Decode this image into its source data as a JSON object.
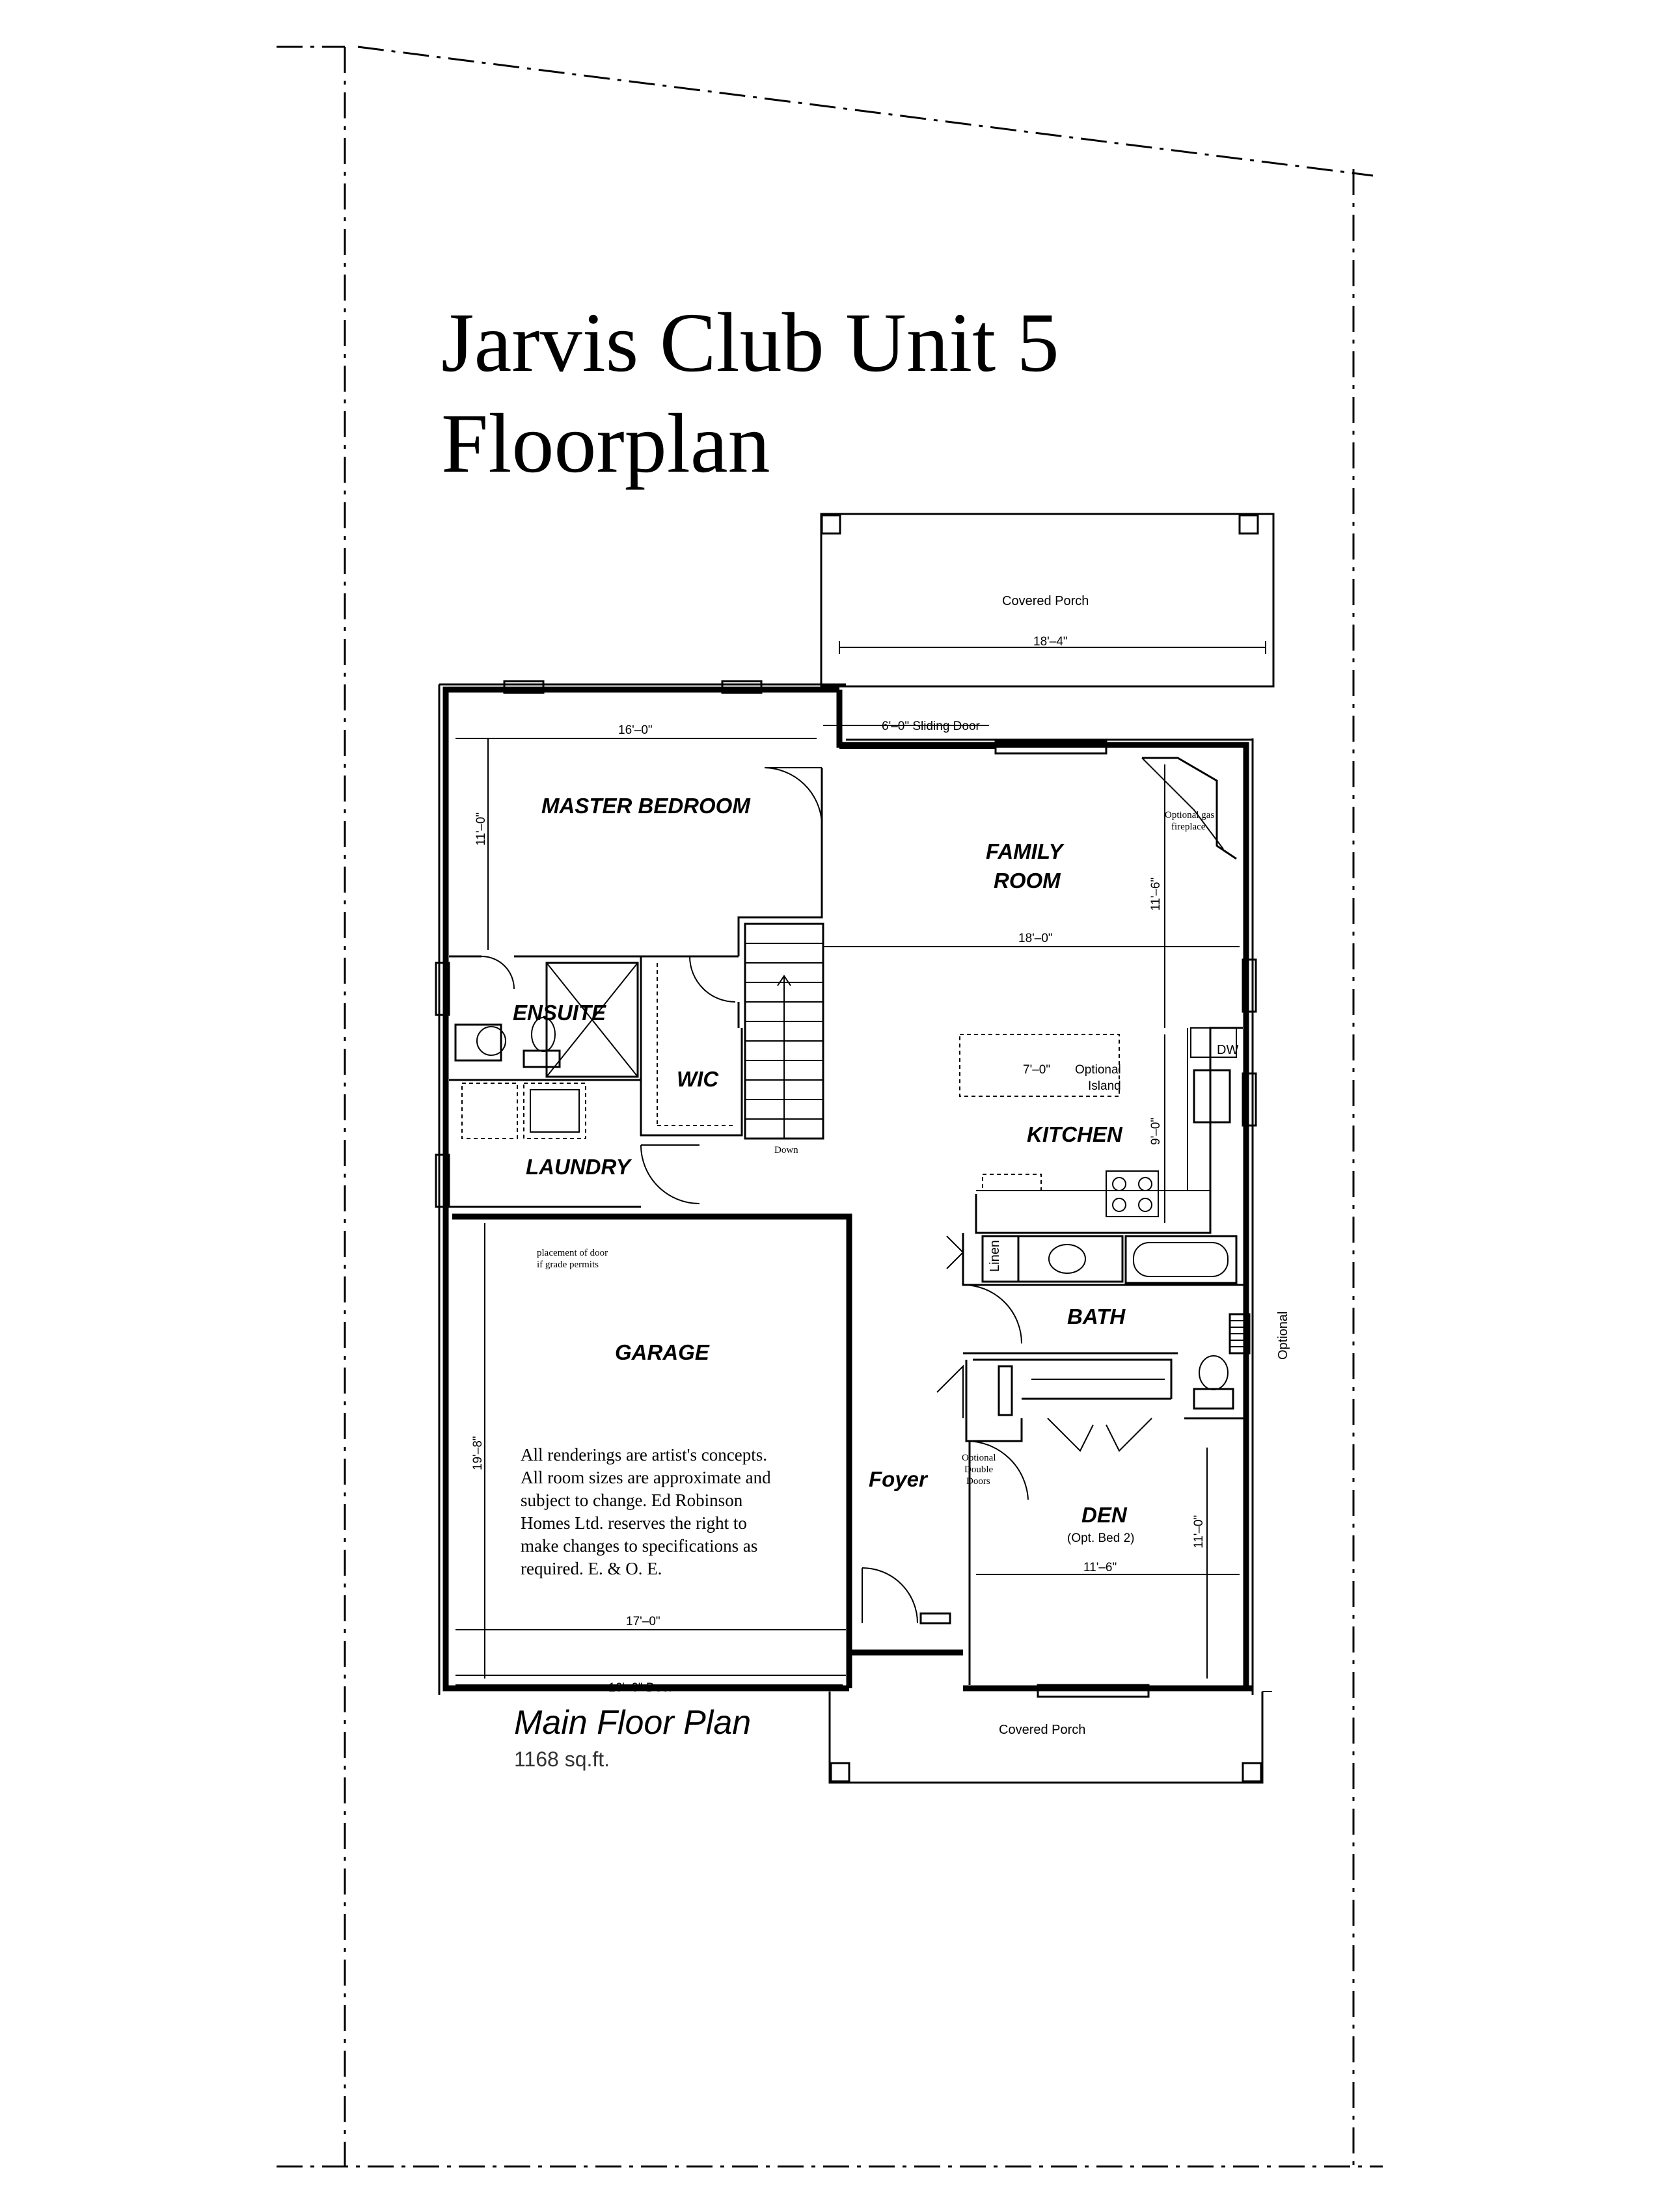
{
  "title": {
    "line1": "Jarvis Club Unit 5",
    "line2": "Floorplan"
  },
  "rooms": {
    "master_bedroom": "MASTER BEDROOM",
    "family": "FAMILY",
    "room": "ROOM",
    "ensuite": "ENSUITE",
    "wic": "WIC",
    "laundry": "LAUNDRY",
    "kitchen": "KITCHEN",
    "garage": "GARAGE",
    "bath": "BATH",
    "foyer": "Foyer",
    "den": "DEN",
    "den_sub": "(Opt. Bed 2)",
    "linen": "Linen"
  },
  "labels": {
    "covered_porch_top": "Covered Porch",
    "covered_porch_bottom": "Covered Porch",
    "down": "Down",
    "optional_gas": "Optional gas",
    "fireplace": "fireplace",
    "optional": "Optional",
    "island": "Island",
    "dw": "DW",
    "placement_1": "placement of door",
    "placement_2": "if grade permits",
    "opt_double_1": "Optional",
    "opt_double_2": "Double",
    "opt_double_3": "Doors",
    "optional_window": "Optional"
  },
  "dimensions": {
    "porch_width": "18'–4\"",
    "master_width": "16'–0\"",
    "sliding_door": "6'–0\" Sliding Door",
    "master_depth": "11'–0\"",
    "family_depth": "11'–6\"",
    "family_width": "18'–0\"",
    "island": "7'–0\"",
    "kitchen_depth": "9'–0\"",
    "garage_depth": "19'–8\"",
    "garage_width": "17'–0\"",
    "garage_door": "16'–0\" Door",
    "den_width": "11'–6\"",
    "den_depth": "11'–0\""
  },
  "disclaimer": [
    "All renderings are artist's concepts.",
    "All room sizes are approximate and",
    "subject to change.  Ed Robinson",
    "Homes Ltd. reserves the right to",
    "make changes to specifications as",
    "required.  E. & O. E."
  ],
  "caption": {
    "title": "Main Floor Plan",
    "area": "1168 sq.ft."
  }
}
